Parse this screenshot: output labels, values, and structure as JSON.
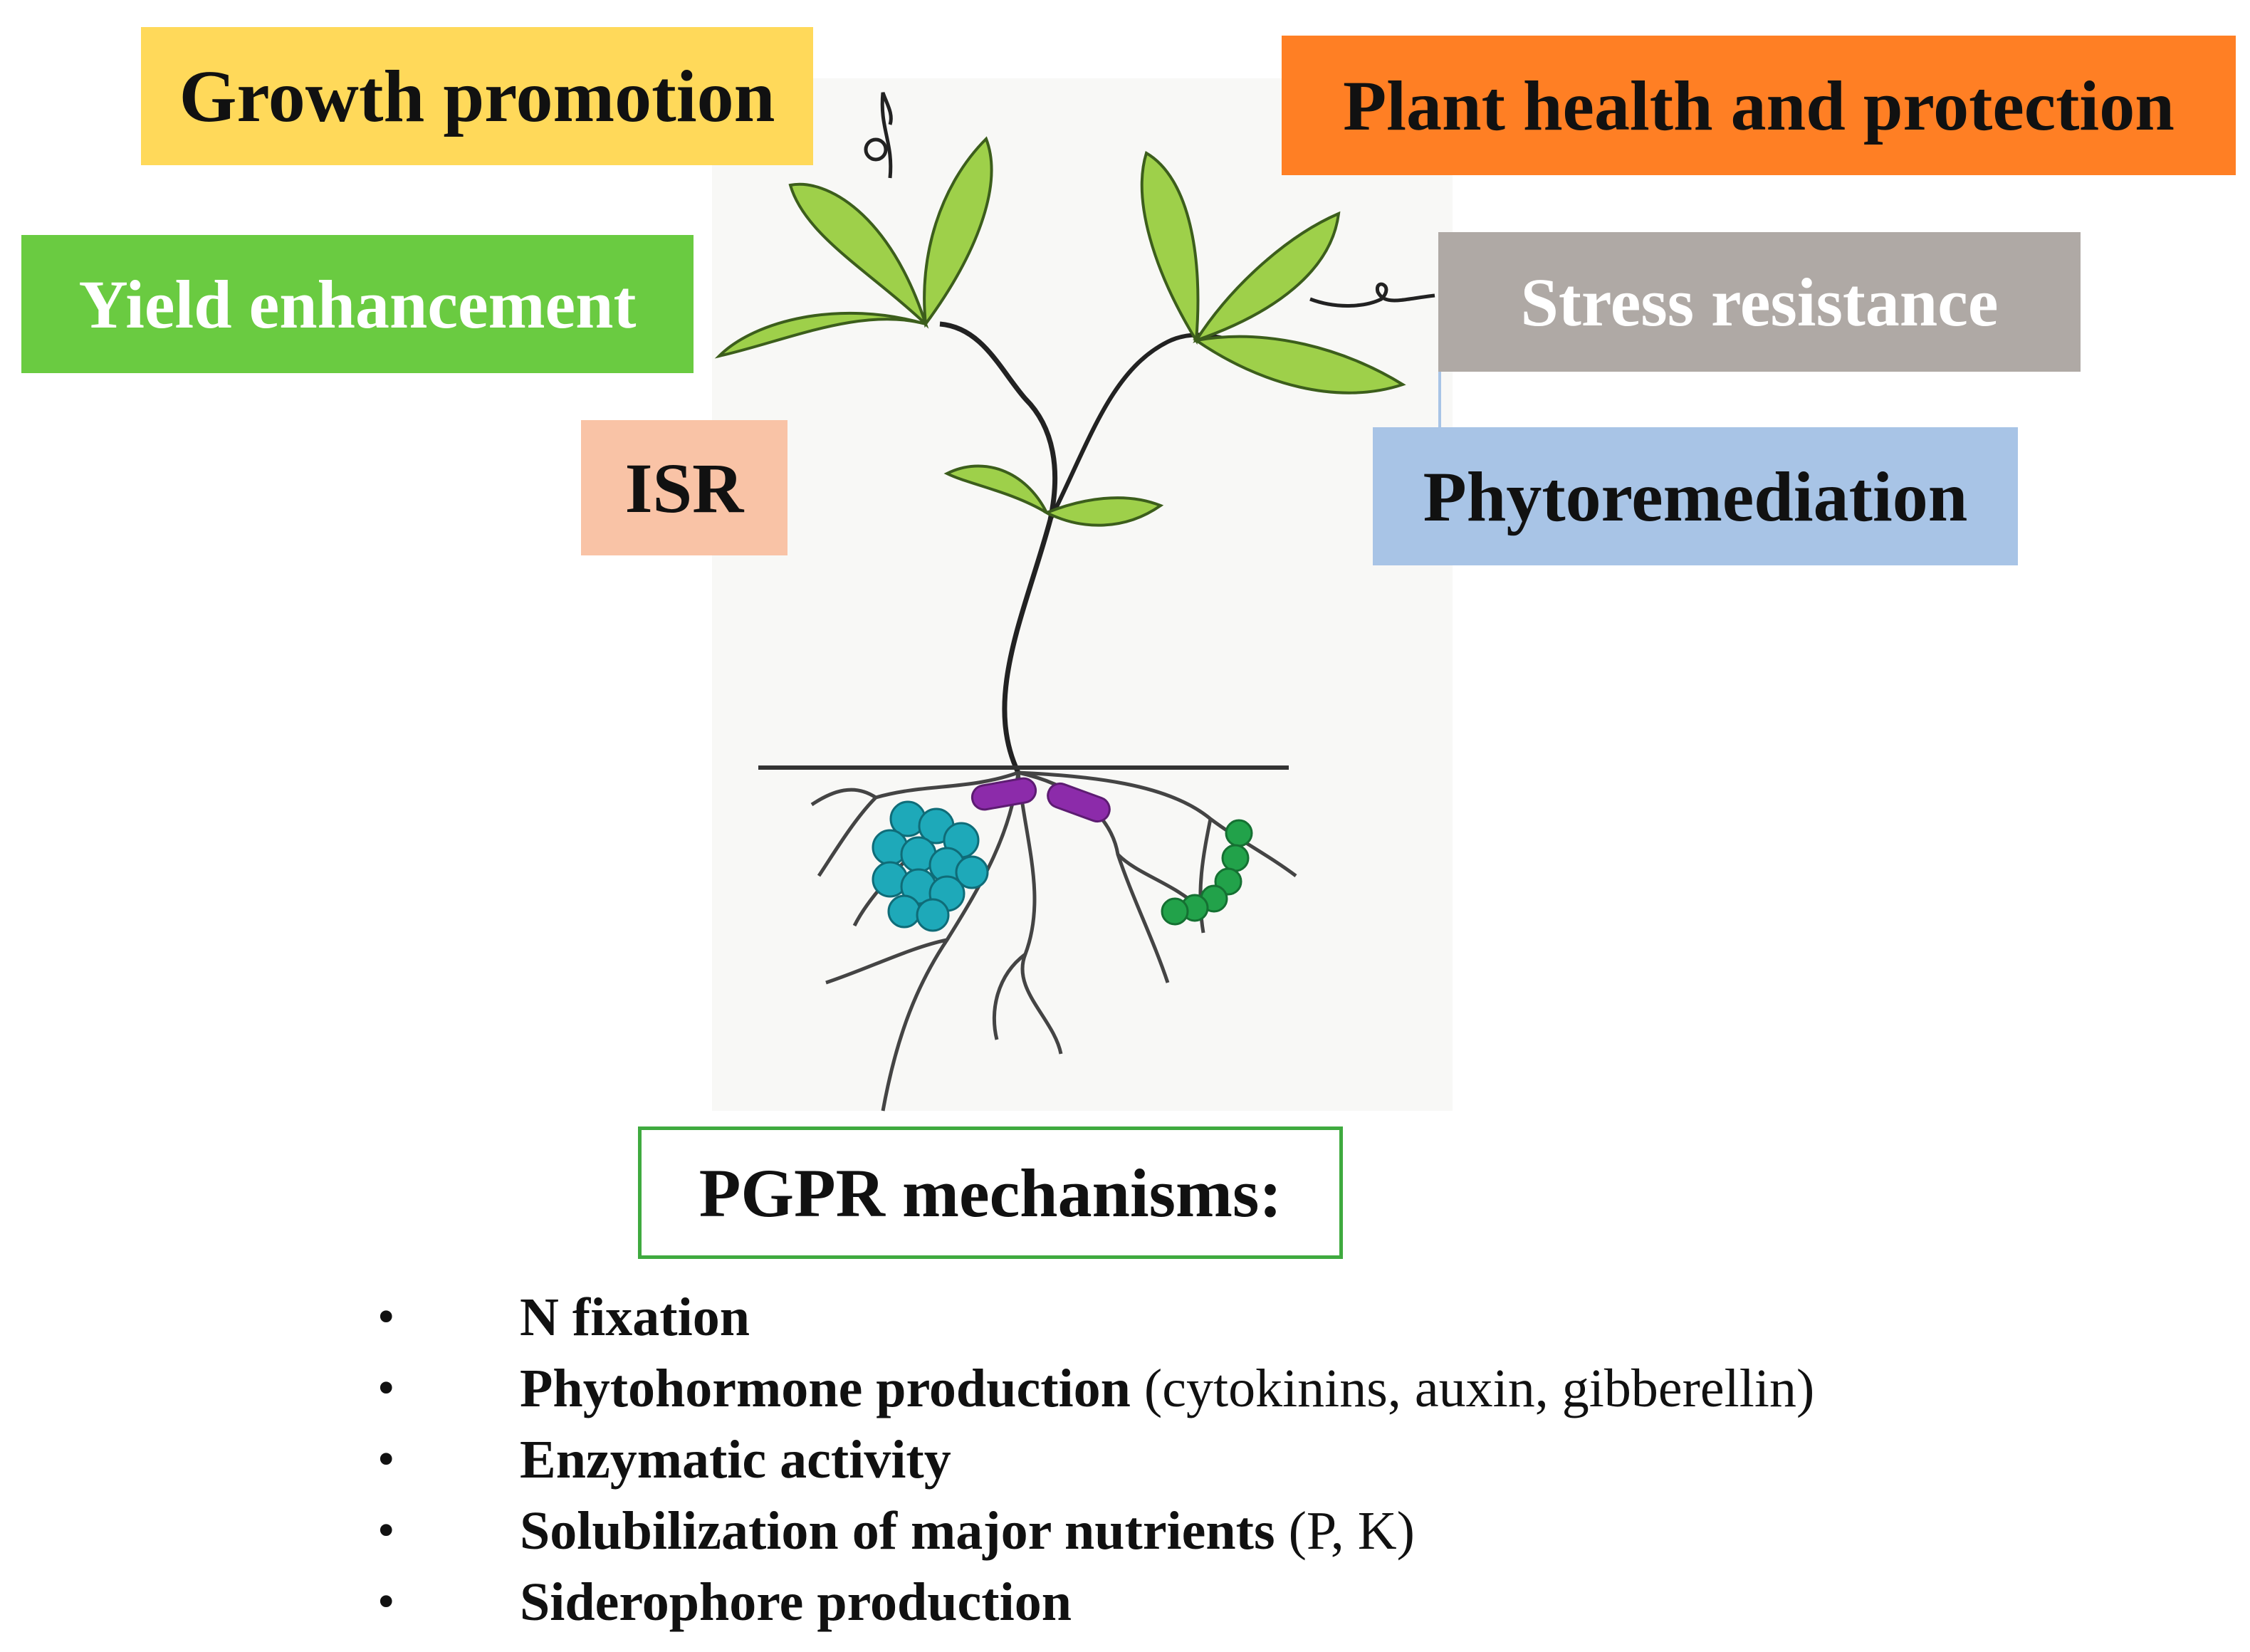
{
  "colors": {
    "growth": "#FFD95A",
    "yield": "#6ACB41",
    "isr": "#F9C3A6",
    "health": "#FF7F24",
    "stress": "#AFA9A5",
    "phyto": "#A8C4E6",
    "pgpr_border": "#3FAA3F",
    "leaf": "#9ED04A",
    "leaf_edge": "#3C5E1C",
    "bacteria_cluster": "#1EA9B9",
    "bacteria_rod": "#8C2BAA",
    "bacteria_chain": "#22A24A"
  },
  "labels": {
    "growth": "Growth promotion",
    "yield": "Yield enhancement",
    "isr": "ISR",
    "health": "Plant health and protection",
    "stress": "Stress resistance",
    "phyto": "Phytoremediation",
    "pgpr": "PGPR mechanisms:"
  },
  "mechanisms": [
    {
      "bullet": "•",
      "bold": "N fixation",
      "rest": ""
    },
    {
      "bullet": "•",
      "bold": "Phytohormone production",
      "rest": " (cytokinins, auxin, gibberellin)"
    },
    {
      "bullet": "•",
      "bold": "Enzymatic activity",
      "rest": ""
    },
    {
      "bullet": "•",
      "bold": "Solubilization of major nutrients",
      "rest": " (P, K)"
    },
    {
      "bullet": "•",
      "bold": "Siderophore production",
      "rest": ""
    }
  ]
}
